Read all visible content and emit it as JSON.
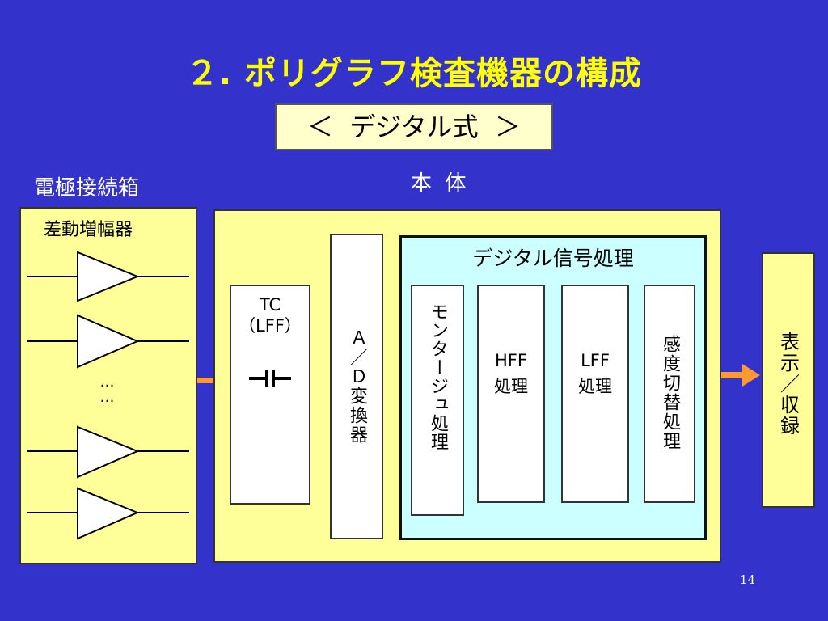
{
  "slide": {
    "title": "２. ポリグラフ検査機器の構成",
    "subtitle": "＜  デジタル式  ＞",
    "page_number": "14"
  },
  "electrode_box": {
    "label": "電極接続箱",
    "diff_amp_label": "差動増幅器",
    "dots": "……"
  },
  "main_unit": {
    "label": "本  体",
    "tc_line1": "TC",
    "tc_line2": "（LFF）",
    "ad_label": "Ａ／Ｄ変換器",
    "digital": {
      "label": "デジタル信号処理",
      "montage": "モンタージュ処理",
      "hff_line1": "HFF",
      "hff_line2": "処理",
      "lff_line1": "LFF",
      "lff_line2": "処理",
      "sens": "感度切替処理"
    }
  },
  "output": {
    "label": "表示／収録"
  },
  "colors": {
    "background": "#3333cc",
    "title": "#ffff00",
    "panel": "#ffff99",
    "digital_panel": "#ccffff",
    "arrow": "#ff9933"
  }
}
